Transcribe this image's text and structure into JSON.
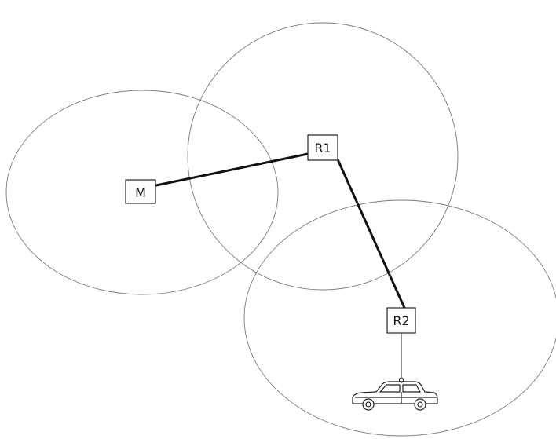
{
  "nodes": {
    "m": {
      "label": "M"
    },
    "r1": {
      "label": "R1"
    },
    "r2": {
      "label": "R2"
    }
  }
}
